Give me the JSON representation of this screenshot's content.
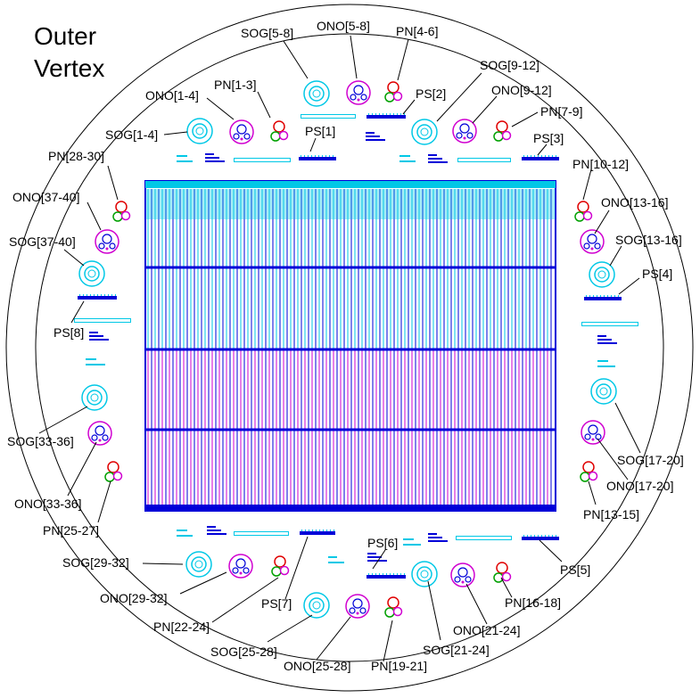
{
  "title": {
    "line1": "Outer",
    "line2": "Vertex"
  },
  "colors": {
    "background": "#ffffff",
    "outline": "#000000",
    "cyan": "#00c8e6",
    "blue": "#0000d8",
    "magenta": "#d000d0",
    "red": "#e00000",
    "green": "#00a000"
  },
  "labels": {
    "sog_5_8": "SOG[5-8]",
    "ono_5_8": "ONO[5-8]",
    "pn_4_6": "PN[4-6]",
    "sog_9_12": "SOG[9-12]",
    "ps_2": "PS[2]",
    "ono_9_12": "ONO[9-12]",
    "pn_7_9": "PN[7-9]",
    "ono_1_4": "ONO[1-4]",
    "pn_1_3": "PN[1-3]",
    "sog_1_4": "SOG[1-4]",
    "ps_1": "PS[1]",
    "ps_3": "PS[3]",
    "pn_28_30": "PN[28-30]",
    "pn_10_12": "PN[10-12]",
    "ono_37_40": "ONO[37-40]",
    "ono_13_16": "ONO[13-16]",
    "sog_37_40": "SOG[37-40]",
    "sog_13_16": "SOG[13-16]",
    "ps_4": "PS[4]",
    "ps_8": "PS[8]",
    "sog_33_36": "SOG[33-36]",
    "sog_17_20": "SOG[17-20]",
    "ono_33_36": "ONO[33-36]",
    "ono_17_20": "ONO[17-20]",
    "pn_25_27": "PN[25-27]",
    "pn_13_15": "PN[13-15]",
    "ps_6": "PS[6]",
    "sog_29_32": "SOG[29-32]",
    "ps_5": "PS[5]",
    "ono_29_32": "ONO[29-32]",
    "pn_16_18": "PN[16-18]",
    "ps_7": "PS[7]",
    "pn_22_24": "PN[22-24]",
    "ono_21_24": "ONO[21-24]",
    "sog_25_28": "SOG[25-28]",
    "sog_21_24": "SOG[21-24]",
    "ono_25_28": "ONO[25-28]",
    "pn_19_21": "PN[19-21]"
  }
}
